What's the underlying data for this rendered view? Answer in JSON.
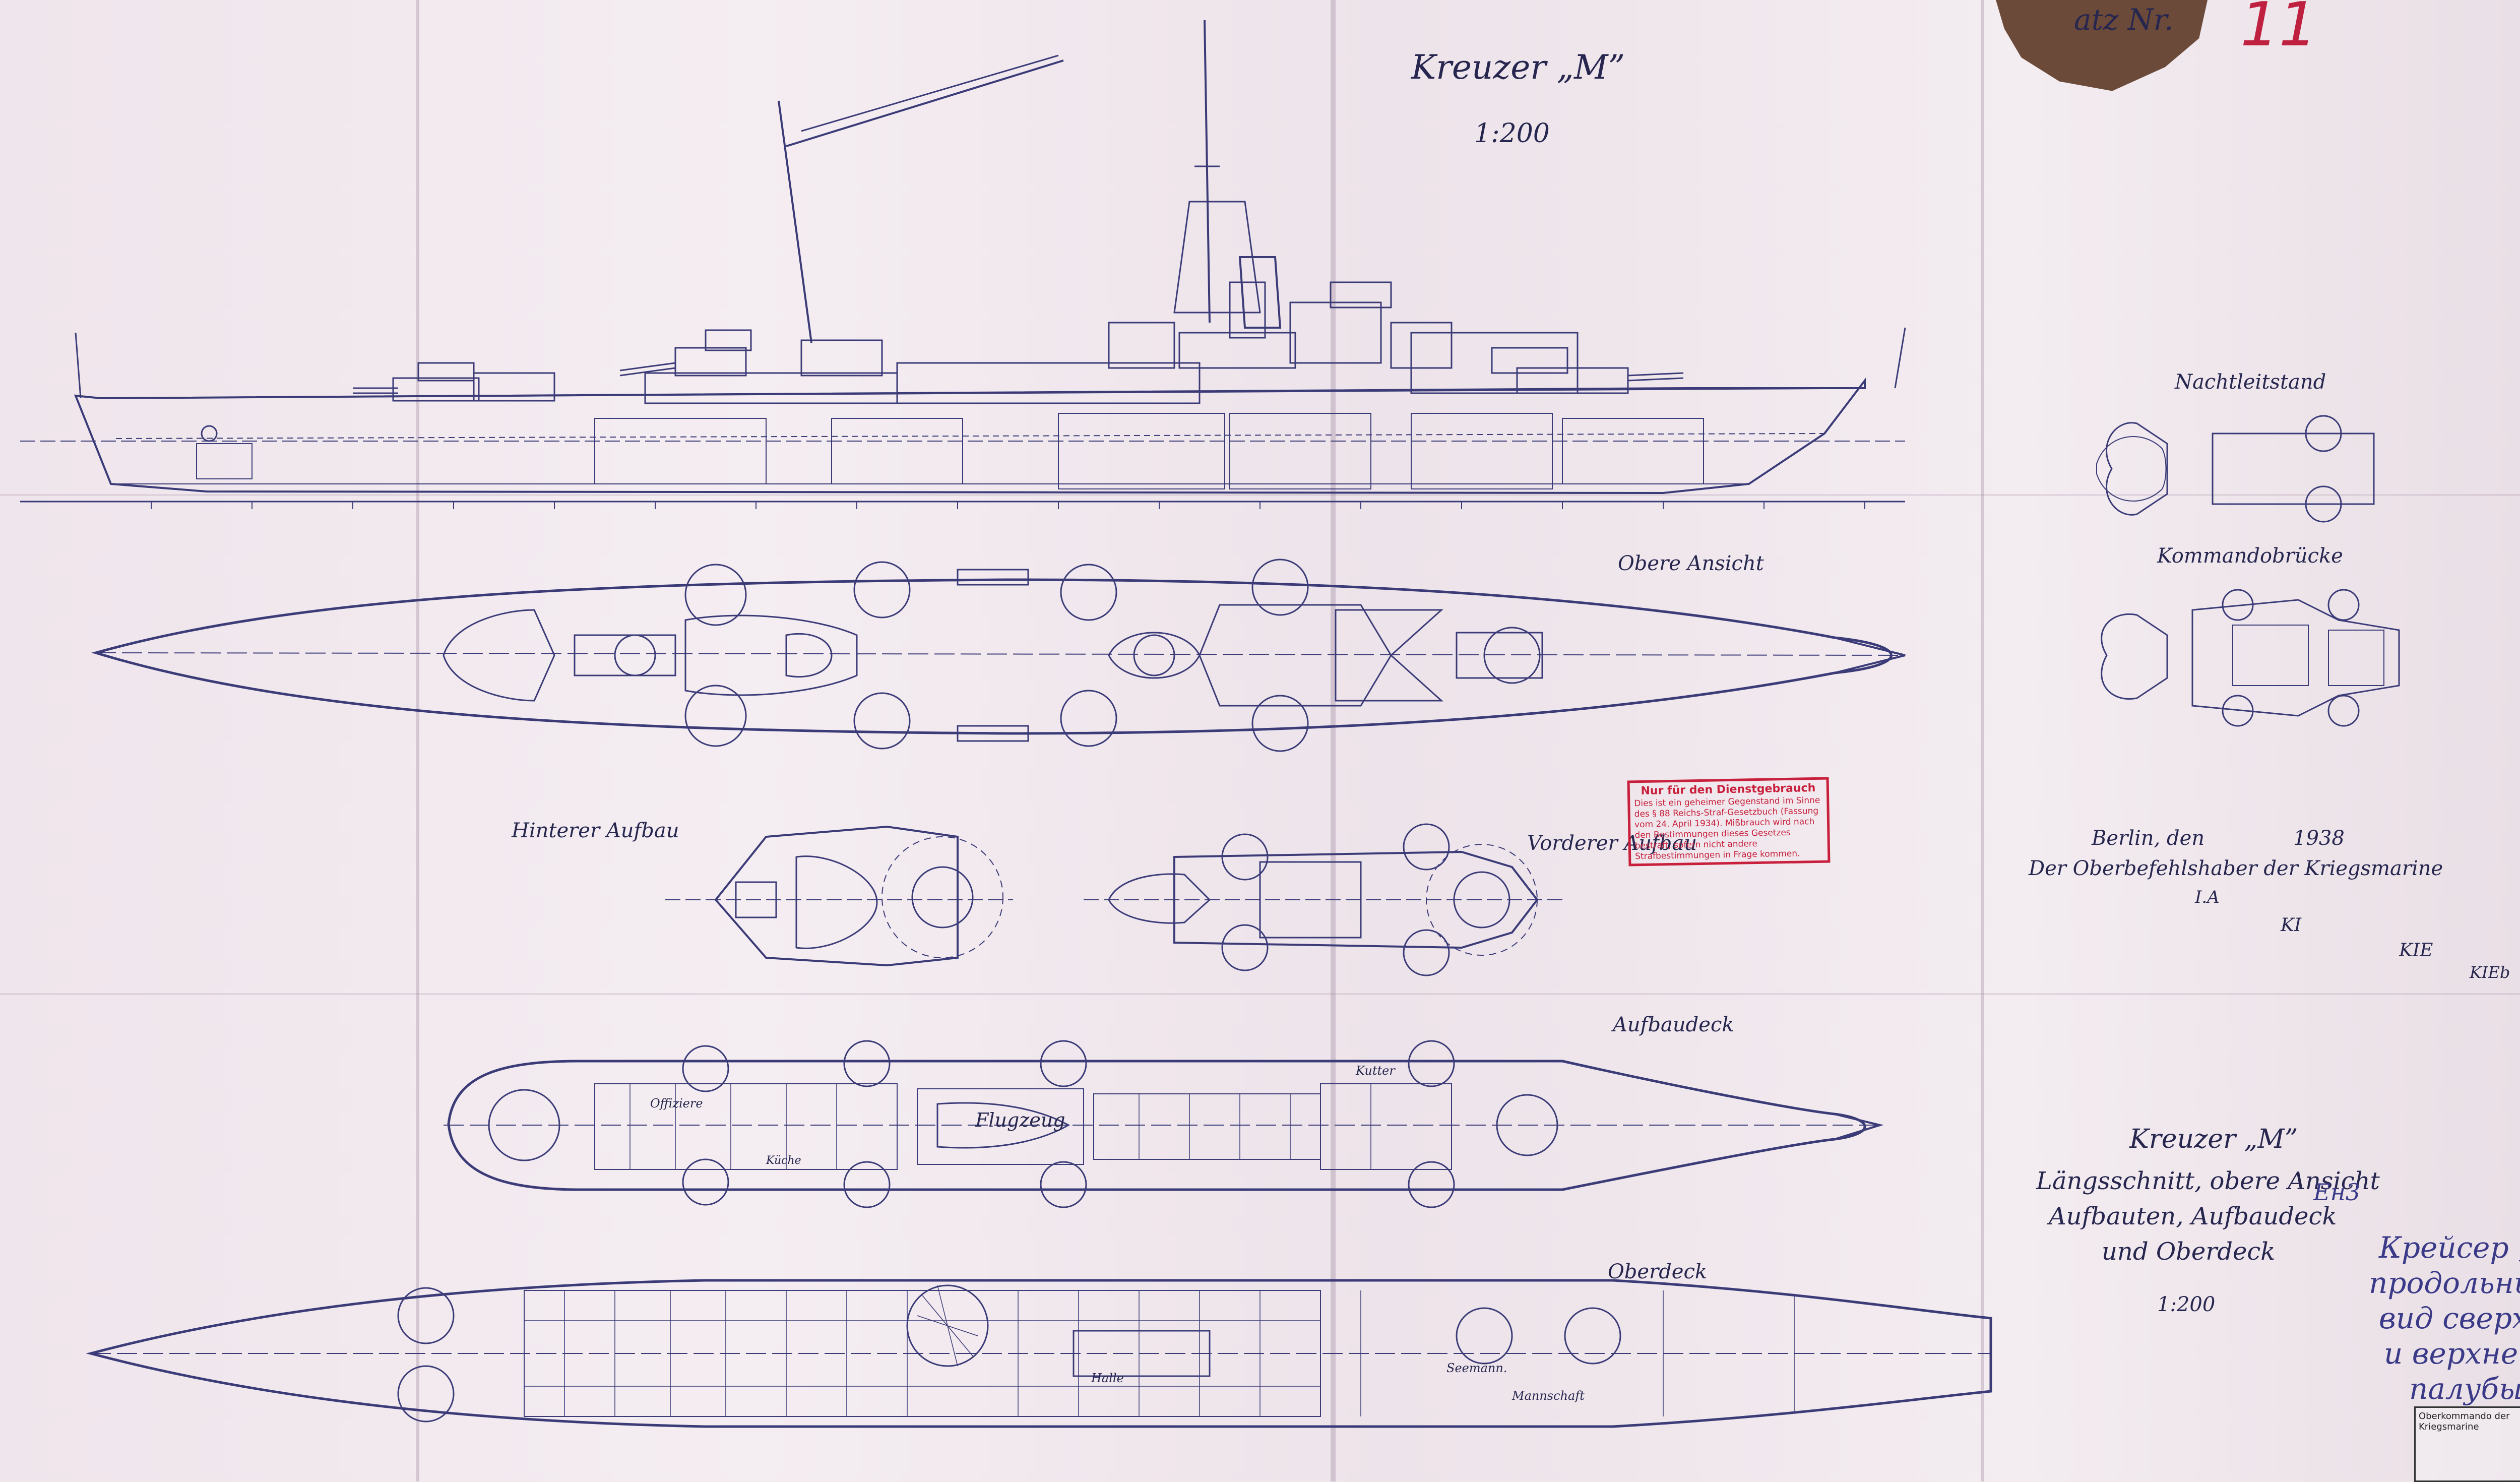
{
  "header": {
    "sheet_no_label": "atz Nr.",
    "sheet_no_value": "11",
    "title": "Kreuzer „M”",
    "scale": "1:200"
  },
  "views": {
    "profile": "",
    "upper_view": "Obere Ansicht",
    "aft_superstructure": "Hinterer Aufbau",
    "fwd_superstructure": "Vorderer Aufbau",
    "superstructure_deck": "Aufbaudeck",
    "upper_deck": "Oberdeck",
    "night_station": "Nachtleitstand",
    "command_bridge": "Kommandobrücke"
  },
  "stamp": {
    "heading": "Nur für den Dienstgebrauch",
    "body": "Dies ist ein geheimer Gegenstand im Sinne des § 88 Reichs-Straf-Gesetzbuch (Fassung vom 24. April 1934). Mißbrauch wird nach den Bestimmungen dieses Gesetzes bestraft, sofern nicht andere Strafbestimmungen in Frage kommen."
  },
  "approval": {
    "line1": "Berlin, den",
    "date_suffix": "1938",
    "line2": "Der Oberbefehlshaber der Kriegsmarine",
    "line3": "I.A",
    "sig1": "KI",
    "sig2": "KIE",
    "sig3": "KIEb"
  },
  "title_block": {
    "name": "Kreuzer „M”",
    "line1": "Längsschnitt, obere Ansicht",
    "line2": "Aufbauten, Aufbaudeck",
    "line3": "und Oberdeck",
    "scale": "1:200"
  },
  "annotation_ru": {
    "code": "Ен3",
    "lines": [
      "Крейсер „M”",
      "продольный",
      "вид сверху",
      "и верхней",
      "палубы"
    ]
  },
  "corner_stamp": {
    "text": "Oberkommando der Kriegsmarine"
  },
  "deck_labels": {
    "flugzeug": "Flugzeug",
    "kutter": "Kutter",
    "seemann": "Seemänn.",
    "mannschaft": "Mannschaft",
    "offiziere": "Offiziere",
    "halle": "Halle",
    "kueche": "Küche"
  },
  "colors": {
    "ink": "#3b3b78",
    "paper": "#f1e9ee",
    "stamp_red": "#c8203c",
    "pencil_red": "#c02040"
  }
}
